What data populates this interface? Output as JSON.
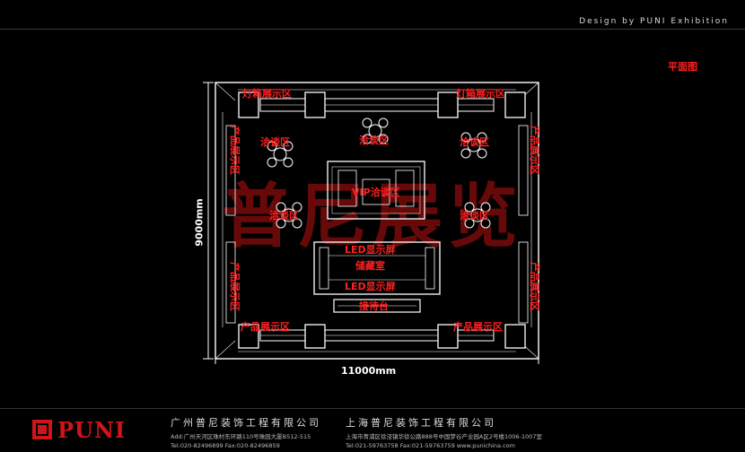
{
  "header": {
    "design_text": "Design by PUNI Exhibition"
  },
  "plan_title": "平面图",
  "watermark": "普尼展览",
  "dimensions": {
    "width": "11000mm",
    "height": "9000mm"
  },
  "zones": {
    "display_top_left": "灯箱展示区",
    "display_top_right": "灯箱展示区",
    "display_bottom_left": "产品展示区",
    "display_bottom_right": "产品展示区",
    "product_left_top": "产品展示区",
    "product_left_bottom": "产品展示区",
    "product_right_top": "产品展示区",
    "product_right_bottom": "产品展示区",
    "negotiation_1": "洽谈区",
    "negotiation_2": "洽谈区",
    "negotiation_3": "洽谈区",
    "negotiation_4": "洽谈区",
    "negotiation_5": "洽谈区",
    "vip": "VIP洽谈区",
    "led_top": "LED显示屏",
    "storage": "储藏室",
    "led_bottom": "LED显示屏",
    "reception": "接待台"
  },
  "footer": {
    "logo": "PUNI",
    "company1": {
      "name": "广州普尼装饰工程有限公司",
      "address": "Add:广州天河区珠村东环路110号珠园大厦B512-515",
      "phone": "Tel:020-82496899    Fax:020-82496859"
    },
    "company2": {
      "name": "上海普尼装饰工程有限公司",
      "address": "上海市青浦区徐泾镇华徐公路888号中国梦谷产业园A区2号楼1006-1007室",
      "phone": "Tel:021-59763758    Fax:021-59763759    www.punichina.com"
    }
  },
  "colors": {
    "label": "#ff2020",
    "line": "#ffffff",
    "watermark": "#8a0c0c",
    "brand": "#d0141a"
  }
}
